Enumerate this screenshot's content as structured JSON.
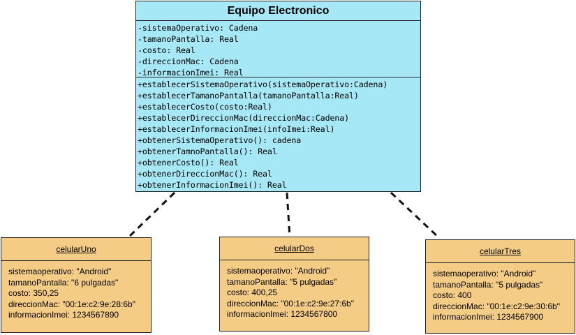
{
  "class": {
    "name": "Equipo Electronico",
    "attributes": [
      "-sistemaOperativo: Cadena",
      "-tamanoPantalla: Real",
      "-costo: Real",
      "-direccionMac: Cadena",
      "-informacionImei: Real"
    ],
    "methods": [
      "+establecerSistemaOperativo(sistemaOperativo:Cadena)",
      "+establecerTamanoPantalla(tamanoPantalla:Real)",
      "+establecerCosto(costo:Real)",
      "+establecerDireccionMac(direccionMac:Cadena)",
      "+establecerInformacionImei(infoImei:Real)",
      "+obtenerSistemaOperativo(): cadena",
      "+obtenerTamnoPantalla(): Real",
      "+obtenerCosto(): Real",
      "+obtenerDireccionMac(): Real",
      "+obtenerInformacionImei(): Real"
    ]
  },
  "objects": [
    {
      "name": "celularUno",
      "attributes": [
        "sistemaoperativo: \"Android\"",
        "tamanoPantalla: \"6 pulgadas\"",
        "costo: 350,25",
        "direccionMac: \"00:1e:c2:9e:28:6b\"",
        "informacionImei: 1234567890"
      ]
    },
    {
      "name": "celularDos",
      "attributes": [
        "sistemaoperativo: \"Android\"",
        "tamanoPantalla: \"5 pulgadas\"",
        "costo: 400,25",
        "direccionMac: \"00:1e:c2:9e:27:6b\"",
        "informacionImei: 1234567800"
      ]
    },
    {
      "name": "celularTres",
      "attributes": [
        "sistemaoperativo: \"Android\"",
        "tamanoPantalla: \"5 pulgadas\"",
        "costo: 400",
        "direccionMac: \"00:1e:c2:9e:30:6b\"",
        "informacionImei: 1234567900"
      ]
    }
  ],
  "colors": {
    "class_fill": "#a6e8f5",
    "object_fill": "#f5cc85",
    "border": "#222222"
  }
}
